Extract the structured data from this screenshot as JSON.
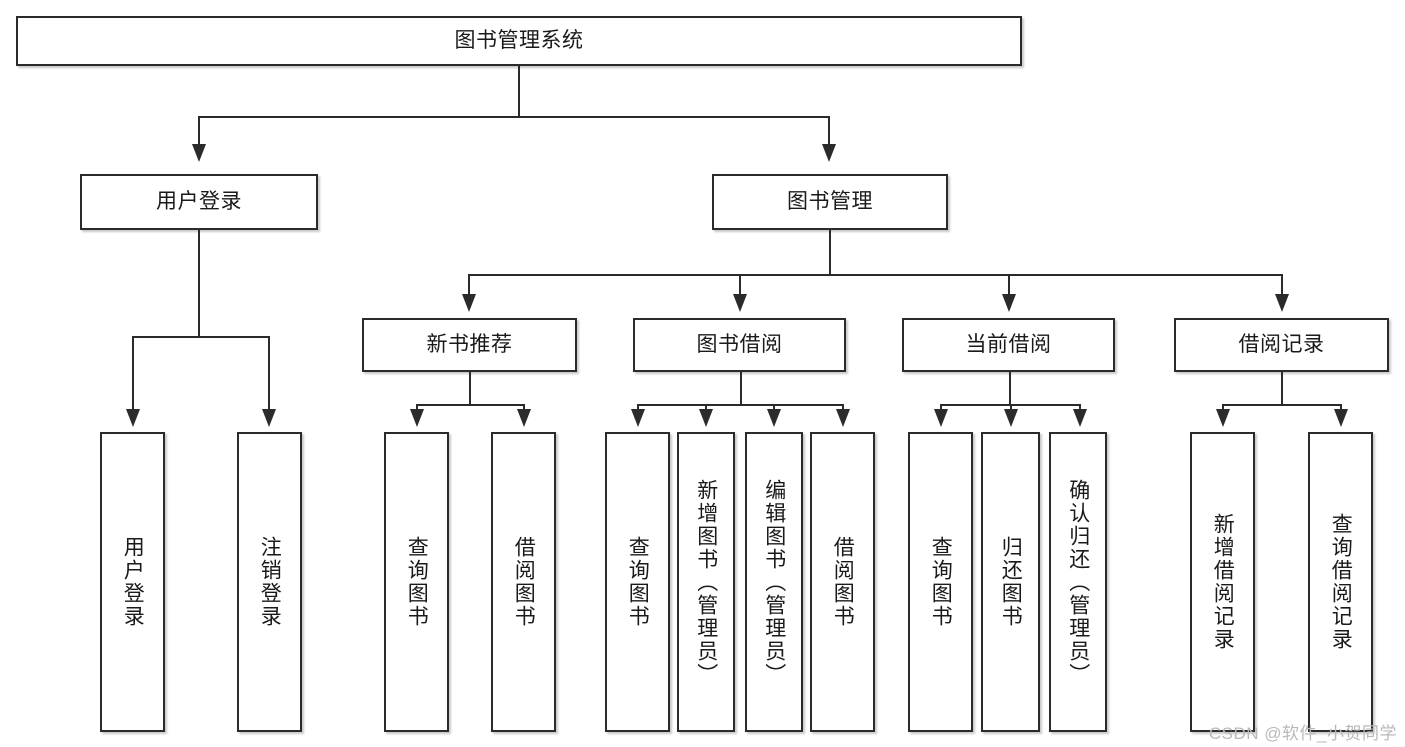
{
  "diagram": {
    "title": "图书管理系统",
    "watermark": "CSDN @软件_小贺同学",
    "colors": {
      "border": "#2b2b2b",
      "background": "#ffffff",
      "text": "#1a1a1a",
      "watermark": "#b9b9b9"
    },
    "root": {
      "label": "图书管理系统"
    },
    "level2": [
      {
        "label": "用户登录"
      },
      {
        "label": "图书管理"
      }
    ],
    "level3": [
      {
        "label": "新书推荐"
      },
      {
        "label": "图书借阅"
      },
      {
        "label": "当前借阅"
      },
      {
        "label": "借阅记录"
      }
    ],
    "leaves": {
      "user_login": [
        {
          "label": "用户登录"
        },
        {
          "label": "注销登录"
        }
      ],
      "new_book_recommend": [
        {
          "label": "查询图书"
        },
        {
          "label": "借阅图书"
        }
      ],
      "book_borrow": [
        {
          "label": "查询图书"
        },
        {
          "label": "新增图书（管理员）"
        },
        {
          "label": "编辑图书（管理员）"
        },
        {
          "label": "借阅图书"
        }
      ],
      "current_borrow": [
        {
          "label": "查询图书"
        },
        {
          "label": "归还图书"
        },
        {
          "label": "确认归还（管理员）"
        }
      ],
      "borrow_record": [
        {
          "label": "新增借阅记录"
        },
        {
          "label": "查询借阅记录"
        }
      ]
    }
  }
}
